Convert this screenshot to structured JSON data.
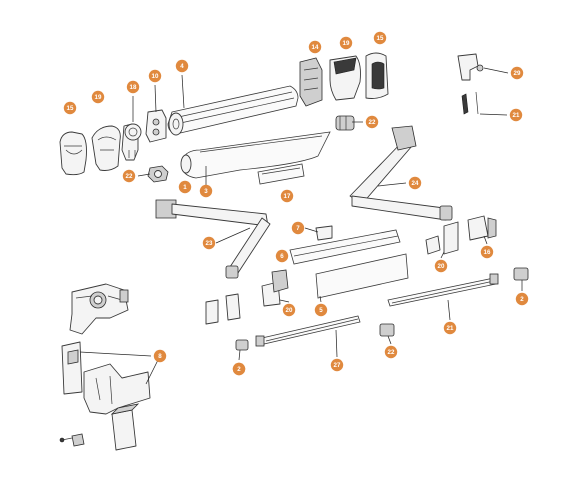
{
  "accent_color": "#e0893e",
  "callouts": [
    "15",
    "19",
    "18",
    "10",
    "4",
    "14",
    "19",
    "15",
    "29",
    "21",
    "22",
    "22",
    "1",
    "3",
    "17",
    "24",
    "7",
    "23",
    "6",
    "20",
    "16",
    "2",
    "5",
    "20",
    "2",
    "21",
    "8",
    "27",
    "22",
    "2"
  ]
}
